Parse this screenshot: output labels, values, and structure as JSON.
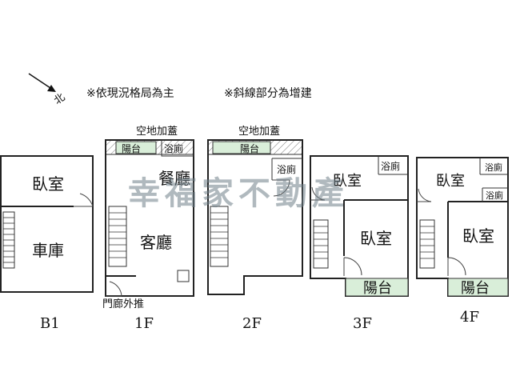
{
  "notes": {
    "north_symbol": "北",
    "note1": "※依現況格局為主",
    "note2": "※斜線部分為增建"
  },
  "watermark": "幸福家不動產",
  "floors": {
    "b1": {
      "label": "B1",
      "room1": "臥室",
      "room2": "車庫"
    },
    "f1": {
      "label": "1F",
      "top_note": "空地加蓋",
      "balcony": "陽台",
      "bath": "浴廁",
      "dining": "餐廳",
      "living": "客廳",
      "bottom_note": "門廊外推"
    },
    "f2": {
      "label": "2F",
      "top_note": "空地加蓋",
      "balcony": "陽台",
      "bath": "浴廁"
    },
    "f3": {
      "label": "3F",
      "bedroom1": "臥室",
      "bath": "浴廁",
      "bedroom2": "臥室",
      "balcony": "陽台"
    },
    "f4": {
      "label": "4F",
      "bedroom1": "臥室",
      "bath1": "浴廁",
      "bath2": "浴廁",
      "bedroom2": "臥室",
      "balcony": "陽台"
    }
  }
}
